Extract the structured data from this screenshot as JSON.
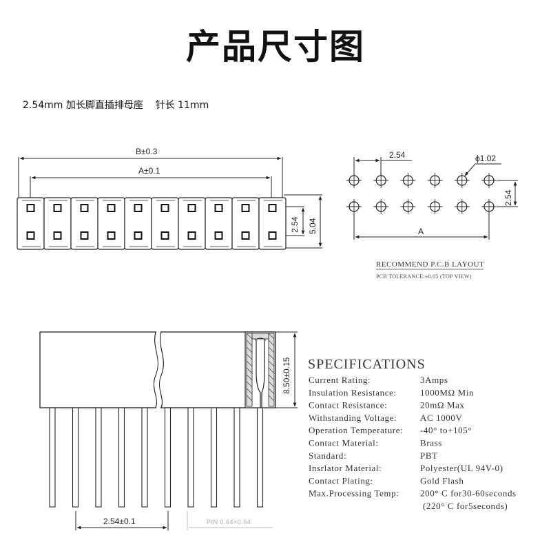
{
  "header": {
    "title": "产品尺寸图",
    "subtitle": "2.54mm 加长脚直插排母座    针长 11mm"
  },
  "top_view": {
    "dim_b": "B±0.3",
    "dim_a": "A±0.1",
    "dim_row_pitch": "2.54",
    "dim_height": "5.04",
    "positions": 10
  },
  "pcb_layout": {
    "dim_pitch": "2.54",
    "dim_hole": "ϕ1.02",
    "dim_row_pitch": "2.54",
    "dim_a": "A",
    "caption": "RECOMMEND P.C.B LAYOUT",
    "tolerance": "PCB TOLERANCE:±0.05 (TOP VIEW)",
    "holes_per_row": 6
  },
  "side_view": {
    "dim_height": "8.50±0.15",
    "dim_pitch": "2.54±0.1",
    "pin_label": "PIN 0.64×0.64",
    "pins": 10
  },
  "specs": {
    "title": "SPECIFICATIONS",
    "rows": [
      {
        "label": "Current Rating:",
        "value": "3Amps"
      },
      {
        "label": "Insulation Resistance:",
        "value": "1000MΩ  Min"
      },
      {
        "label": "Contact Resistance:",
        "value": "20mΩ  Max"
      },
      {
        "label": "Withstanding Voltage:",
        "value": "AC 1000V"
      },
      {
        "label": "Operation Temperature:",
        "value": "-40° to+105°"
      },
      {
        "label": "Contact Material:",
        "value": "Brass"
      },
      {
        "label": "Standard:",
        "value": "PBT"
      },
      {
        "label": "Insrlator Material:",
        "value": "Polyester(UL 94V-0)"
      },
      {
        "label": "Contact Plating:",
        "value": "Gold Flash"
      },
      {
        "label": "Max.Processing Temp:",
        "value": "200° C for30-60seconds"
      }
    ],
    "extra": "(220° C for5seconds)"
  }
}
